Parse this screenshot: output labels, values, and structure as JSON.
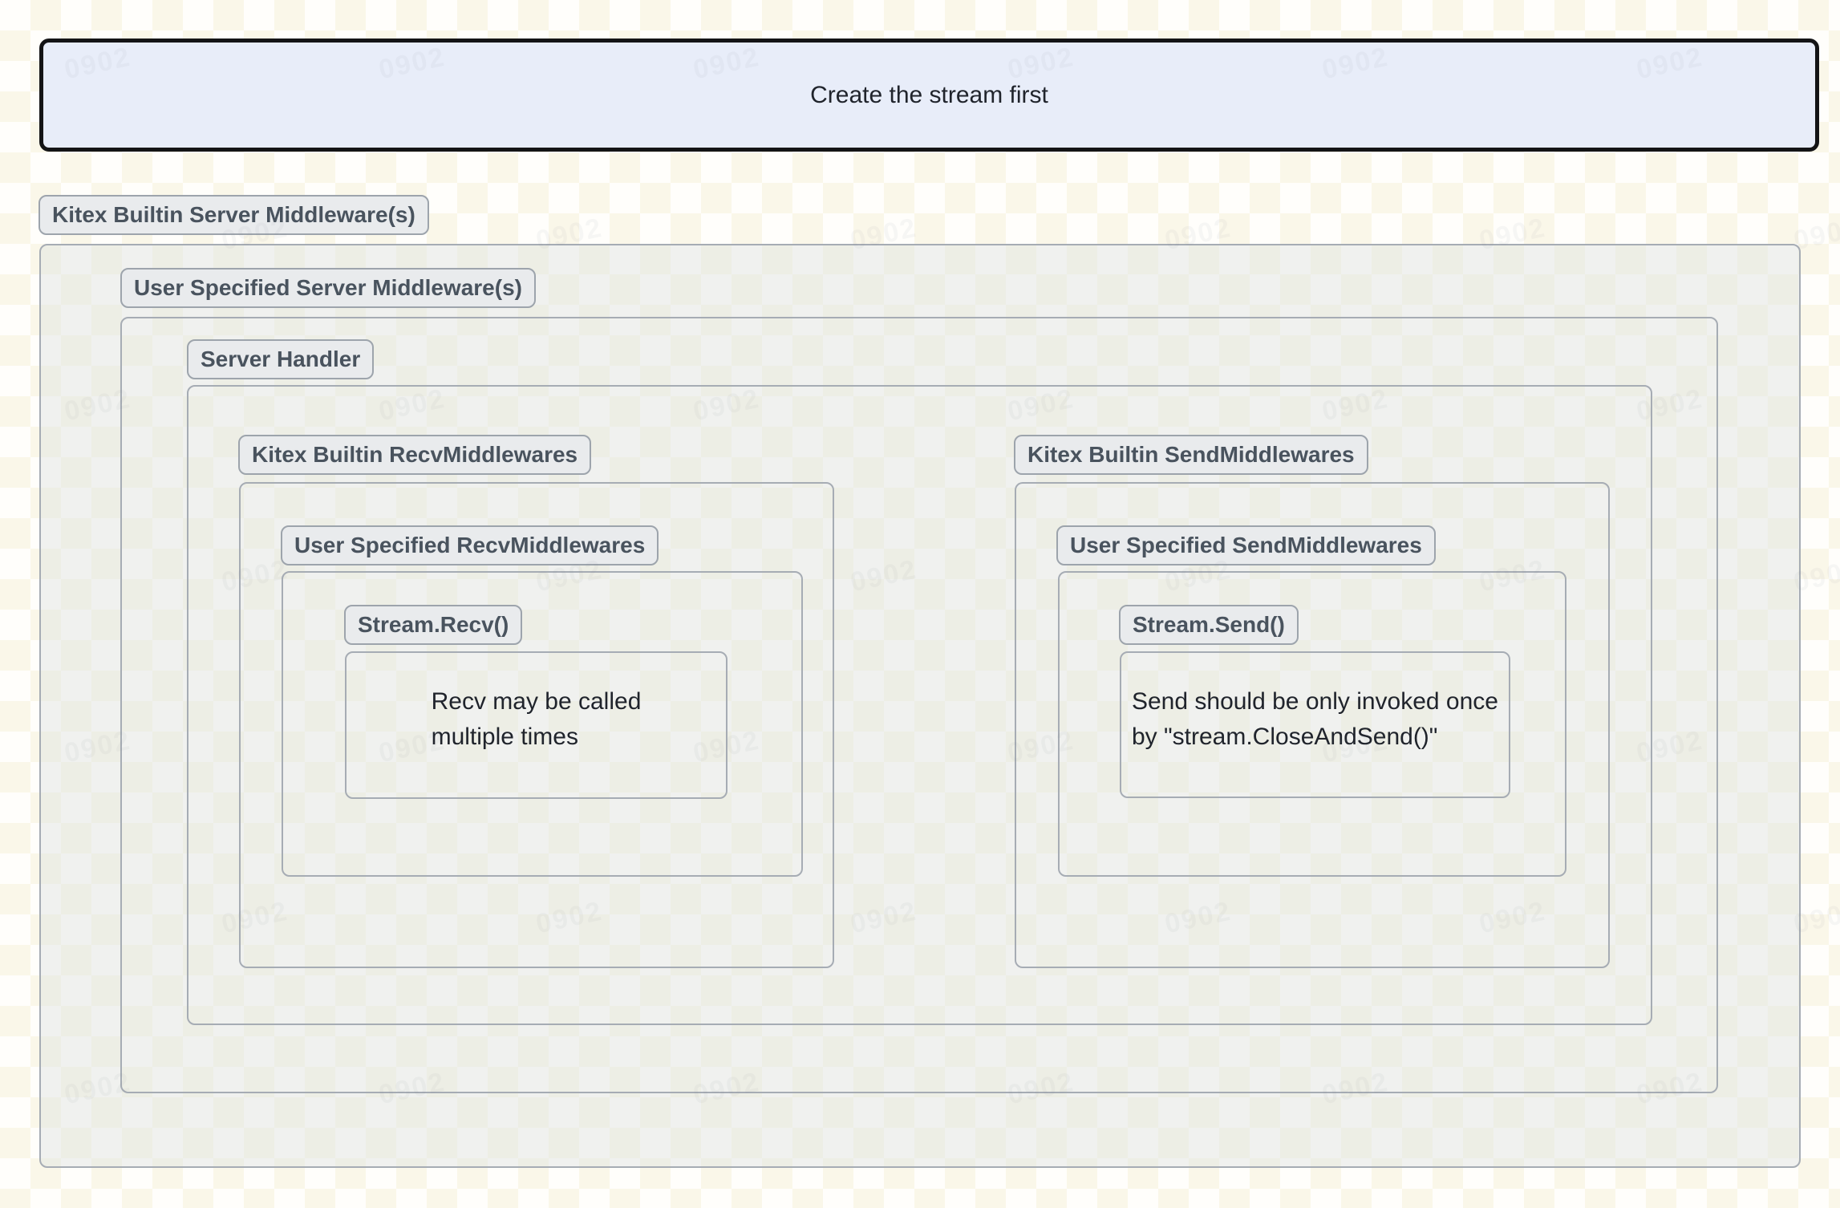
{
  "diagram": {
    "top_note": "Create the stream first",
    "server_layers": {
      "builtin_label": "Kitex Builtin Server Middleware(s)",
      "user_label": "User Specified Server Middleware(s)",
      "handler_label": "Server Handler"
    },
    "recv": {
      "builtin_label": "Kitex Builtin RecvMiddlewares",
      "user_label": "User Specified RecvMiddlewares",
      "stream_label": "Stream.Recv()",
      "note": "Recv may be called\nmultiple times"
    },
    "send": {
      "builtin_label": "Kitex Builtin SendMiddlewares",
      "user_label": "User Specified SendMiddlewares",
      "stream_label": "Stream.Send()",
      "note": "Send should be only invoked once\nby \"stream.CloseAndSend()\""
    },
    "watermark": "0902",
    "colors": {
      "top_note_bg": "#e8edf9",
      "top_note_border": "#141416",
      "pill_bg": "#e9ebed",
      "pill_border": "#9da4ac",
      "pill_text": "#49535e",
      "box_border": "#a6acb4",
      "note_text": "#20242c"
    }
  }
}
